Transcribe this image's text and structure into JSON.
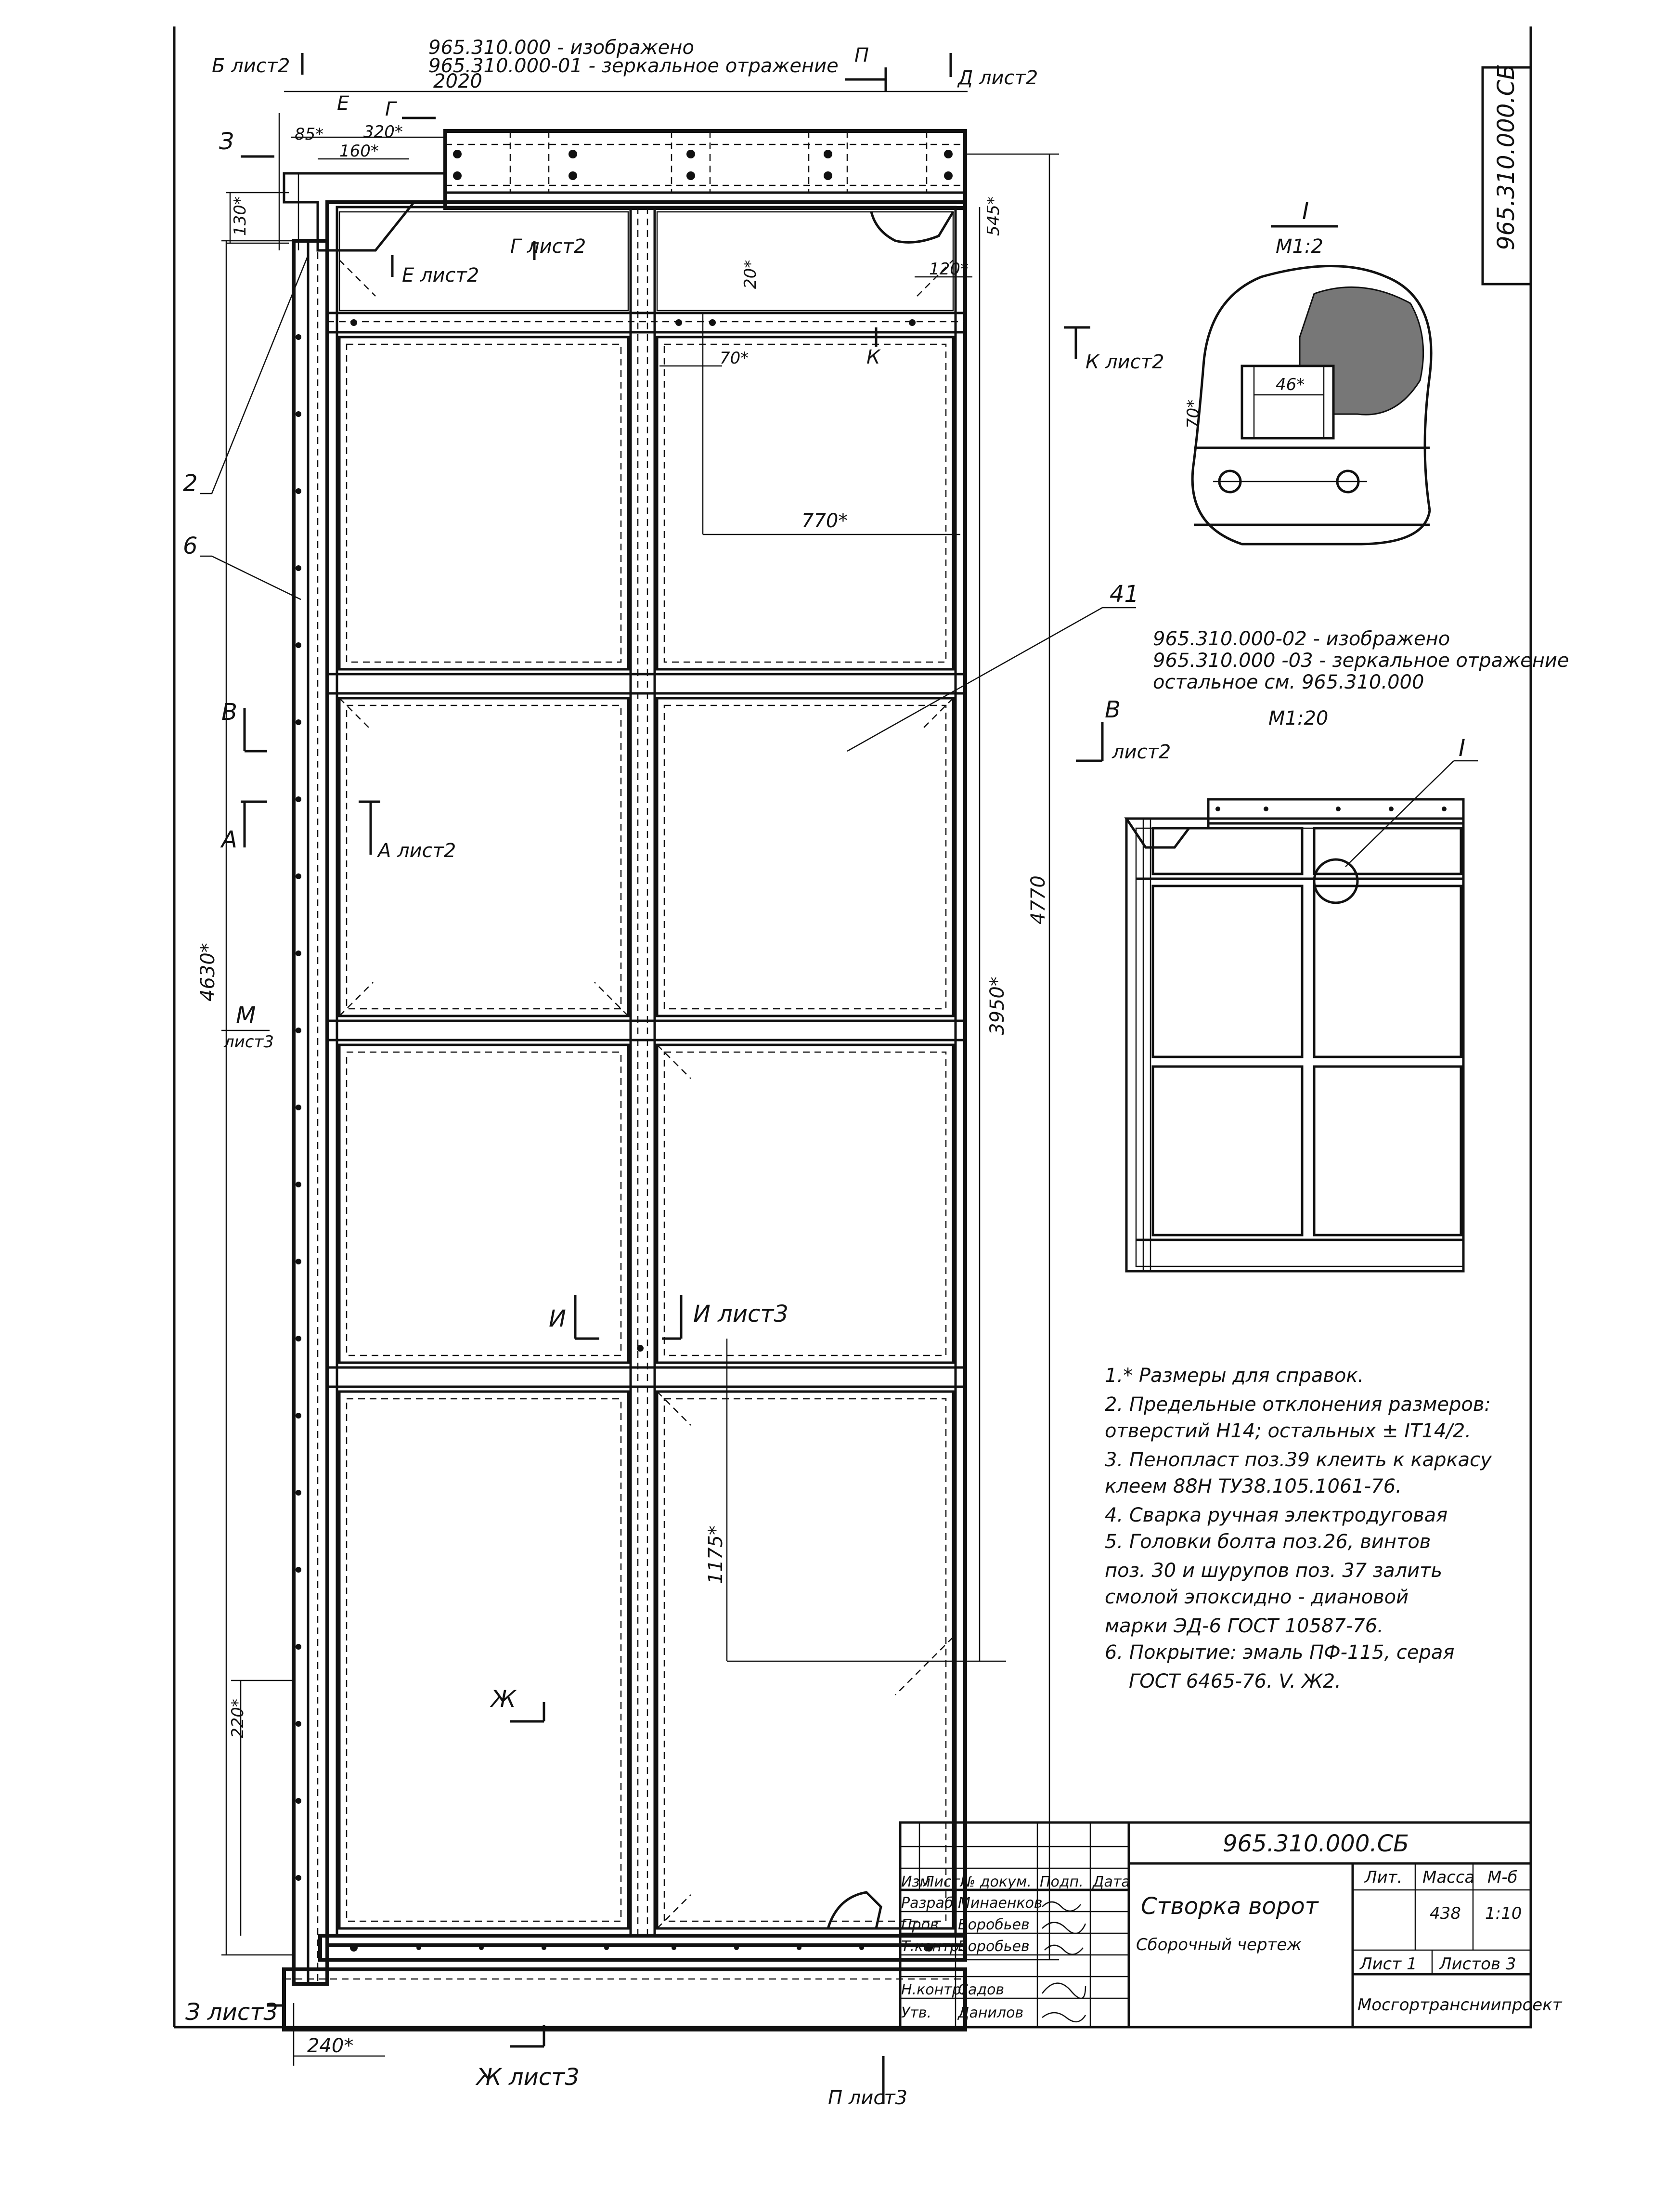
{
  "sheet_code_top": "965.310.000.СБ",
  "header": {
    "line1": "965.310.000  - изображено",
    "line2": "965.310.000-01 - зеркальное отражение",
    "width_dim": "2020"
  },
  "views": {
    "b_list2": "Б лист2",
    "p_top": "П",
    "d_list2": "Д лист2",
    "z": "З",
    "g": "Г",
    "e": "Е",
    "g_list2": "Г лист2",
    "e_list2": "Е лист2",
    "k": "К",
    "k_list2": "К лист2",
    "v": "В",
    "a": "А",
    "a_list2": "А лист2",
    "m": "М",
    "m_list3": "лист3",
    "i": "И",
    "i_list3": "И лист3",
    "zh": "Ж",
    "z_list3": "З лист3",
    "zh_list3": "Ж лист3",
    "p_list3": "П лист3"
  },
  "dimensions": {
    "d85": "85*",
    "d320": "320*",
    "d160": "160*",
    "d130": "130*",
    "d20": "20*",
    "d70": "70*",
    "d120": "120*",
    "d545": "545*",
    "d770": "770*",
    "d4630": "4630*",
    "d3950": "3950*",
    "d4770": "4770",
    "d1175": "1175*",
    "d220": "220*",
    "d240": "240*"
  },
  "positions": {
    "p2": "2",
    "p6": "6",
    "p41": "41"
  },
  "detail": {
    "title": "I",
    "scale": "М1:2",
    "d46": "46*",
    "d70": "70*"
  },
  "variant": {
    "line1": "965.310.000-02 - изображено",
    "line2": "965.310.000 -03 - зеркальное отражение",
    "line3": "остальное см. 965.310.000",
    "scale": "М1:20",
    "v": "В",
    "v_list2": "лист2",
    "callout": "I"
  },
  "notes": [
    "1.* Размеры для справок.",
    "2. Предельные отклонения размеров:",
    "отверстий Н14; остальных ± IT14/2.",
    "3. Пенопласт поз.39 клеить к каркасу",
    "клеем 88Н ТУ38.105.1061-76.",
    "4. Сварка ручная электродуговая",
    "5. Головки болта поз.26, винтов",
    "поз. 30 и шурупов поз. 37 залить",
    "смолой эпоксидно - диановой",
    "марки ЭД-6 ГОСТ 10587-76.",
    "6. Покрытие: эмаль ПФ-115, серая",
    "ГОСТ 6465-76. V. Ж2."
  ],
  "title_block": {
    "code": "965.310.000.СБ",
    "name1": "Створка ворот",
    "name2": "Сборочный чертеж",
    "lit_label": "Лит.",
    "mass_label": "Масса",
    "scale_label": "М-б",
    "mass": "438",
    "scale": "1:10",
    "sheet": "Лист 1",
    "sheets": "Листов 3",
    "org": "Мосгортрансниипроект",
    "col_izm": "Изм",
    "col_list": "Лист",
    "col_doc": "№ докум.",
    "col_sign": "Подп.",
    "col_date": "Дата",
    "rows": [
      {
        "role": "Разраб.",
        "name": "Минаенков"
      },
      {
        "role": "Пров.",
        "name": "Воробьев"
      },
      {
        "role": "Т.контр.",
        "name": "Воробьев"
      },
      {
        "role": "",
        "name": ""
      },
      {
        "role": "Н.контр.",
        "name": "Садов"
      },
      {
        "role": "Утв.",
        "name": "Данилов"
      }
    ]
  }
}
